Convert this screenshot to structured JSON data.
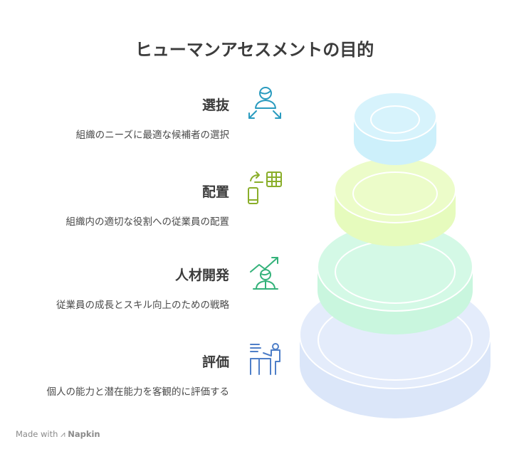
{
  "title": "ヒューマンアセスメントの目的",
  "items": [
    {
      "heading": "選抜",
      "description": "組織のニーズに最適な候補者の選択",
      "icon": "person-arrows-icon",
      "color": "#2a9bbf"
    },
    {
      "heading": "配置",
      "description": "組織内の適切な役割への従業員の配置",
      "icon": "phone-grid-icon",
      "color": "#8aae2a"
    },
    {
      "heading": "人材開発",
      "description": "従業員の成長とスキル向上のための戦略",
      "icon": "growth-person-icon",
      "color": "#34b27a"
    },
    {
      "heading": "評価",
      "description": "個人の能力と潜在能力を客観的に評価する",
      "icon": "evaluation-desk-icon",
      "color": "#4f7fc8"
    }
  ],
  "footer": {
    "made_with": "Made with",
    "brand": "Napkin"
  }
}
